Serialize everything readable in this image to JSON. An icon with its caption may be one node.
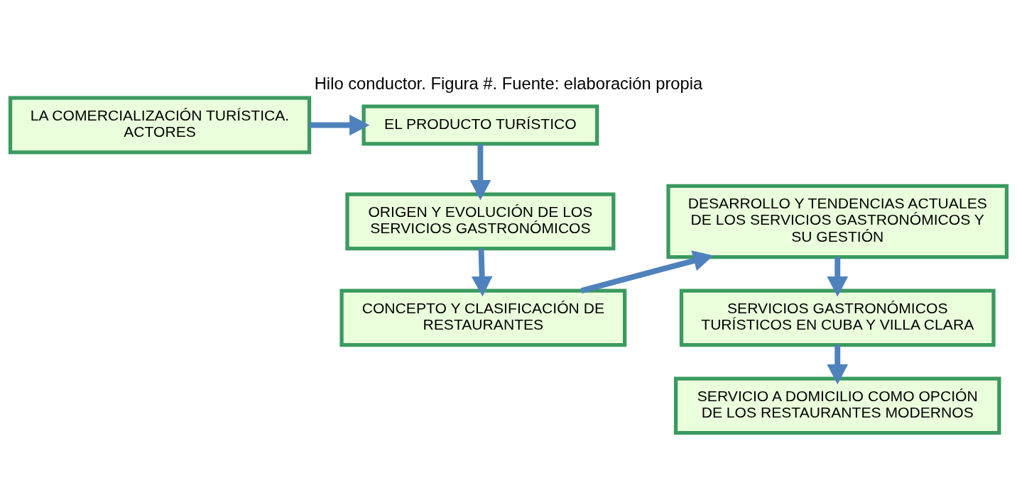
{
  "diagram": {
    "title": "Hilo conductor. Figura #. Fuente: elaboración propia",
    "nodes": [
      {
        "text": [
          "LA COMERCIALIZACIÓN TURÍSTICA. ACTORES"
        ]
      },
      {
        "text": [
          "EL PRODUCTO TURÍSTICO"
        ]
      },
      {
        "text": [
          "DESARROLLO Y TENDENCIAS ACTUALES DE LOS SERVICIOS GASTRONÓMICOS Y SU GESTIÓN"
        ]
      },
      {
        "text": [
          "ORIGEN Y EVOLUCIÓN DE LOS SERVICIOS GASTRONÓMICOS"
        ]
      },
      {
        "text": [
          "SERVICIOS GASTRONÓMICOS TURÍSTICOS EN CUBA Y VILLA CLARA"
        ]
      },
      {
        "text": [
          "CONCEPTO Y CLASIFICACIÓN DE RESTAURANTES"
        ]
      },
      {
        "text": [
          "SERVICIO A DOMICILIO COMO OPCIÓN DE LOS RESTAURANTES MODERNOS"
        ]
      }
    ],
    "edges": [
      {
        "from": 0,
        "to": 1,
        "arrow": "to"
      },
      {
        "from": 1,
        "to": 3,
        "arrow": "to"
      },
      {
        "from": 3,
        "to": 5,
        "arrow": "to"
      },
      {
        "from": 5,
        "to": 2,
        "arrow": "to"
      },
      {
        "from": 2,
        "to": 4,
        "arrow": "to"
      },
      {
        "from": 4,
        "to": 6,
        "arrow": "to"
      }
    ]
  }
}
